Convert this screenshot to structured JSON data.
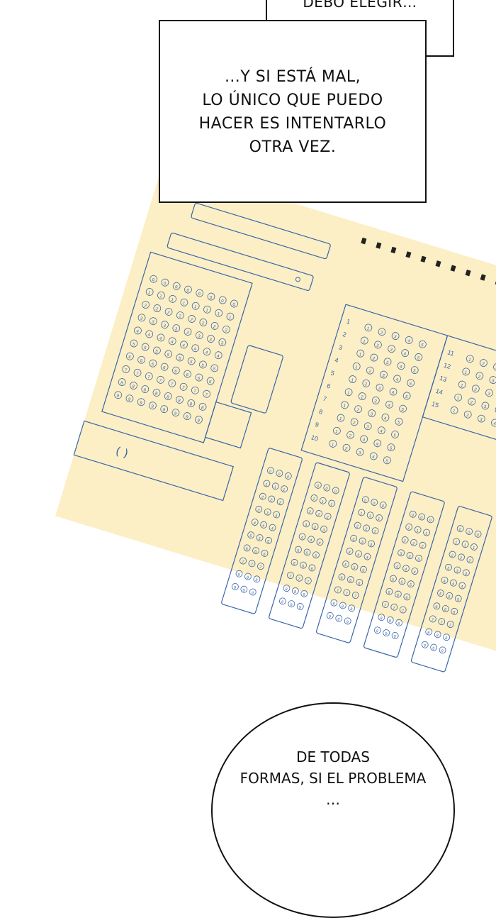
{
  "captions": {
    "top": "DEBO ELEGIR…",
    "main_lines": [
      "…Y SI ESTÁ MAL,",
      "LO ÚNICO QUE PUEDO",
      "HACER ES INTENTARLO",
      "OTRA VEZ."
    ]
  },
  "bubble": {
    "lines": [
      "DE TODAS",
      "FORMAS, SI EL PROBLEMA",
      "…"
    ]
  },
  "answer_sheet": {
    "paper_color": "#fcefc5",
    "ink_color": "#3a65a8",
    "question_numbers_left": [
      "1",
      "2",
      "3",
      "4",
      "5",
      "6",
      "7",
      "8",
      "9",
      "10"
    ],
    "question_numbers_right": [
      "11",
      "12",
      "13",
      "14",
      "15"
    ],
    "choices": [
      "1",
      "2",
      "3",
      "4",
      "5"
    ],
    "digits": [
      "0",
      "1",
      "2",
      "3",
      "4",
      "5",
      "6",
      "7",
      "8",
      "9"
    ],
    "parentheses": "( )"
  }
}
